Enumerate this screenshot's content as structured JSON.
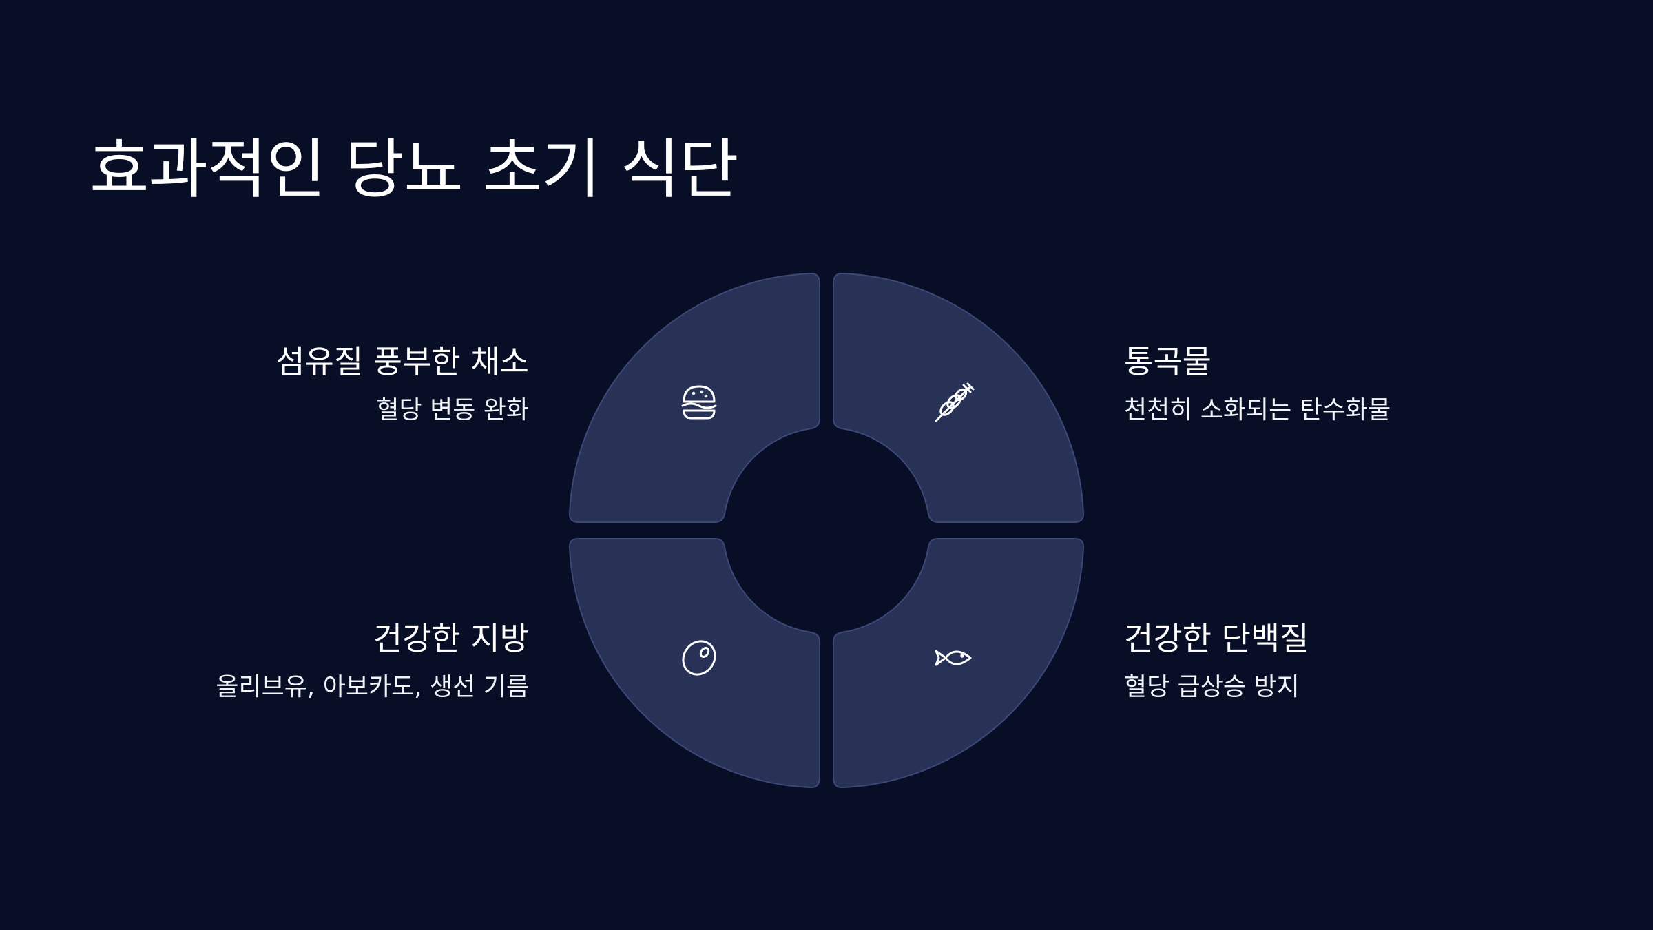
{
  "title": "효과적인 당뇨 초기 식단",
  "colors": {
    "background": "#080e26",
    "segment_fill": "#283256",
    "segment_stroke": "#3c4878",
    "text": "#ffffff"
  },
  "items": [
    {
      "heading": "섬유질 풍부한 채소",
      "desc": "혈당 변동 완화",
      "icon": "burger-icon"
    },
    {
      "heading": "통곡물",
      "desc": "천천히 소화되는 탄수화물",
      "icon": "wheat-icon"
    },
    {
      "heading": "건강한 지방",
      "desc": "올리브유, 아보카도, 생선 기름",
      "icon": "olive-icon"
    },
    {
      "heading": "건강한 단백질",
      "desc": "혈당 급상승 방지",
      "icon": "fish-icon"
    }
  ]
}
